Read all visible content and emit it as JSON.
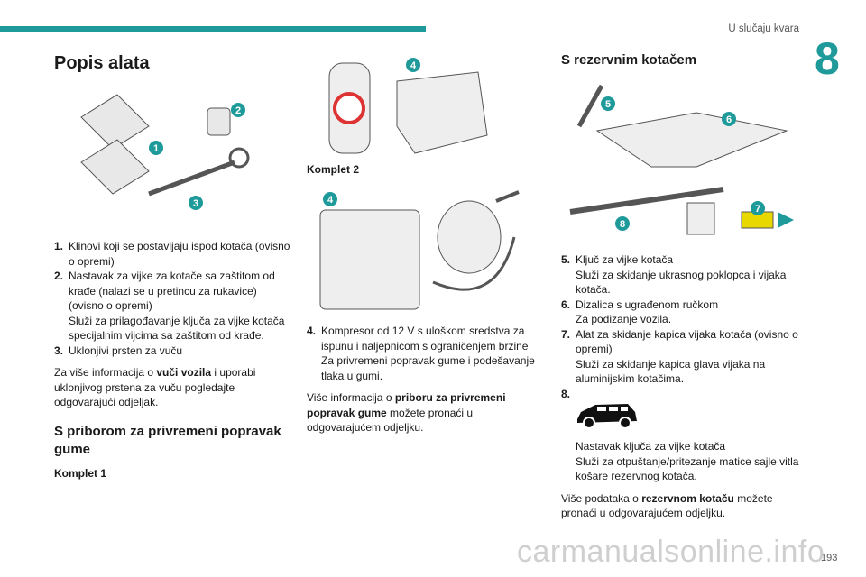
{
  "header": {
    "section": "U slučaju kvara",
    "chapter": "8",
    "page": "193"
  },
  "left": {
    "title": "Popis alata",
    "badges": [
      "1",
      "2",
      "3"
    ],
    "items": [
      {
        "num": "1.",
        "lines": [
          "Klinovi koji se postavljaju ispod kotača (ovisno o opremi)"
        ]
      },
      {
        "num": "2.",
        "lines": [
          "Nastavak za vijke za kotače sa zaštitom od krađe (nalazi se u pretincu za rukavice) (ovisno o opremi)",
          "Služi za prilagođavanje ključa za vijke kotača specijalnim vijcima sa zaštitom od krađe."
        ]
      },
      {
        "num": "3.",
        "lines": [
          "Uklonjivi prsten za vuču"
        ]
      }
    ],
    "info_pre": "Za više informacija o ",
    "info_bold": "vuči vozila",
    "info_post": " i uporabi uklonjivog prstena za vuču pogledajte odgovarajući odjeljak.",
    "subheading": "S priborom za privremeni popravak gume",
    "kit1": "Komplet 1"
  },
  "middle": {
    "badges": [
      "4",
      "4"
    ],
    "kit2": "Komplet 2",
    "item": {
      "num": "4.",
      "lines": [
        "Kompresor od 12 V s uloškom sredstva za ispunu i naljepnicom s ograničenjem brzine",
        "Za privremeni popravak gume i podešavanje tlaka u gumi."
      ]
    },
    "info_pre": "Više informacija o ",
    "info_bold": "priboru za privremeni popravak gume",
    "info_post": " možete pronaći u odgovarajućem odjeljku."
  },
  "right": {
    "title": "S rezervnim kotačem",
    "badges": [
      "5",
      "6",
      "7",
      "8"
    ],
    "items": [
      {
        "num": "5.",
        "lines": [
          "Ključ za vijke kotača",
          "Služi za skidanje ukrasnog poklopca i vijaka kotača."
        ]
      },
      {
        "num": "6.",
        "lines": [
          "Dizalica s ugrađenom ručkom",
          "Za podizanje vozila."
        ]
      },
      {
        "num": "7.",
        "lines": [
          "Alat za skidanje kapica vijaka kotača (ovisno o opremi)",
          "Služi za skidanje kapica glava vijaka na aluminijskim kotačima."
        ]
      }
    ],
    "item8": {
      "num": "8.",
      "lines": [
        "Nastavak ključa za vijke kotača",
        "Služi za otpuštanje/pritezanje matice sajle vitla košare rezervnog kotača."
      ]
    },
    "info_pre": "Više podataka o ",
    "info_bold": "rezervnom kotaču",
    "info_post": " možete pronaći u odgovarajućem odjeljku."
  },
  "watermark": "carmanualsonline.info"
}
